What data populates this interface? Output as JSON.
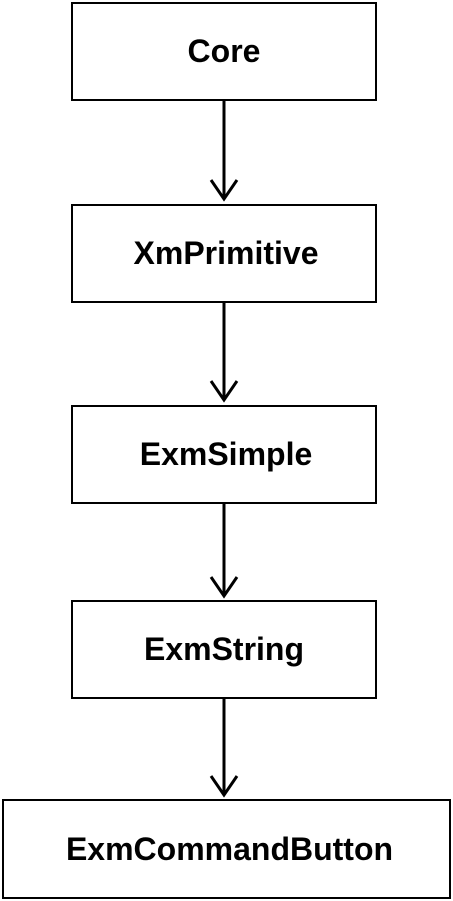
{
  "diagram": {
    "nodes": [
      {
        "id": "core",
        "label": "Core"
      },
      {
        "id": "xmprimitive",
        "label": "XmPrimitive"
      },
      {
        "id": "exmsimple",
        "label": "ExmSimple"
      },
      {
        "id": "exmstring",
        "label": "ExmString"
      },
      {
        "id": "exmcommandbutton",
        "label": "ExmCommandButton"
      }
    ],
    "edges": [
      {
        "from": "core",
        "to": "xmprimitive"
      },
      {
        "from": "xmprimitive",
        "to": "exmsimple"
      },
      {
        "from": "exmsimple",
        "to": "exmstring"
      },
      {
        "from": "exmstring",
        "to": "exmcommandbutton"
      }
    ],
    "line_color": "#000000",
    "background_color": "#ffffff"
  }
}
